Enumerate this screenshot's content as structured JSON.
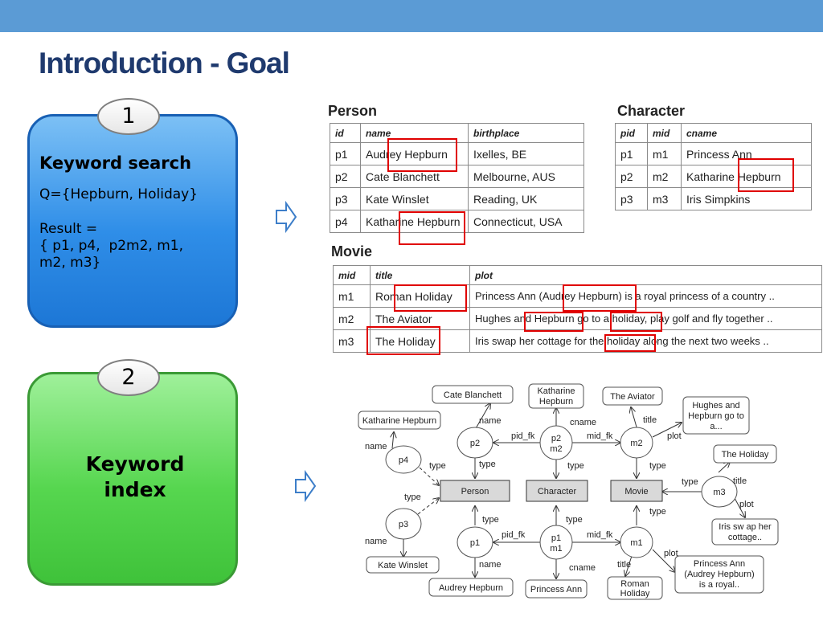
{
  "slide": {
    "title": "Introduction - Goal"
  },
  "card1": {
    "number": "1",
    "heading": "Keyword search",
    "query": "Q={Hepburn, Holiday}",
    "result": "Result =\n{ p1, p4,  p2m2, m1,\nm2, m3}"
  },
  "card2": {
    "number": "2",
    "line1": "Keyword",
    "line2": "index"
  },
  "person": {
    "title": "Person",
    "headers": [
      "id",
      "name",
      "birthplace"
    ],
    "rows": [
      [
        "p1",
        "Audrey Hepburn",
        "Ixelles, BE"
      ],
      [
        "p2",
        "Cate Blanchett",
        "Melbourne, AUS"
      ],
      [
        "p3",
        "Kate Winslet",
        "Reading, UK"
      ],
      [
        "p4",
        "Katharine Hepburn",
        "Connecticut, USA"
      ]
    ]
  },
  "character": {
    "title": "Character",
    "headers": [
      "pid",
      "mid",
      "cname"
    ],
    "rows": [
      [
        "p1",
        "m1",
        "Princess Ann"
      ],
      [
        "p2",
        "m2",
        "Katharine Hepburn"
      ],
      [
        "p3",
        "m3",
        "Iris Simpkins"
      ]
    ]
  },
  "movie": {
    "title": "Movie",
    "headers": [
      "mid",
      "title",
      "plot"
    ],
    "rows": [
      [
        "m1",
        "Roman Holiday",
        "Princess Ann (Audrey Hepburn) is a royal princess of a country .."
      ],
      [
        "m2",
        "The Aviator",
        "Hughes and Hepburn go to a holiday, play golf and fly together .."
      ],
      [
        "m3",
        "The Holiday",
        "Iris swap her cottage for the holiday along the next two weeks .."
      ]
    ]
  },
  "graph": {
    "boxes": {
      "cate": "Cate Blanchett",
      "katharine_top1": "Katharine",
      "katharine_top2": "Hepburn",
      "aviator": "The Aviator",
      "hughes1": "Hughes and",
      "hughes2": "Hepburn go to",
      "hughes3": "a...",
      "katharine_left": "Katharine Hepburn",
      "theholiday": "The Holiday",
      "iris1": "Iris sw ap her",
      "iris2": "cottage..",
      "kate": "Kate Winslet",
      "audrey": "Audrey Hepburn",
      "princess": "Princess Ann",
      "roman1": "Roman",
      "roman2": "Holiday",
      "pa1": "Princess Ann",
      "pa2": "(Audrey Hepburn)",
      "pa3": "is a royal.."
    },
    "types": {
      "person": "Person",
      "character": "Character",
      "movie": "Movie"
    },
    "nodes": {
      "p2": "p2",
      "p2m2a": "p2",
      "p2m2b": "m2",
      "m2": "m2",
      "p4": "p4",
      "m3": "m3",
      "p3": "p3",
      "p1": "p1",
      "p1m1a": "p1",
      "p1m1b": "m1",
      "m1": "m1"
    },
    "edges": {
      "name": "name",
      "cname": "cname",
      "title": "title",
      "plot": "plot",
      "pid_fk": "pid_fk",
      "mid_fk": "mid_fk",
      "type": "type"
    }
  }
}
